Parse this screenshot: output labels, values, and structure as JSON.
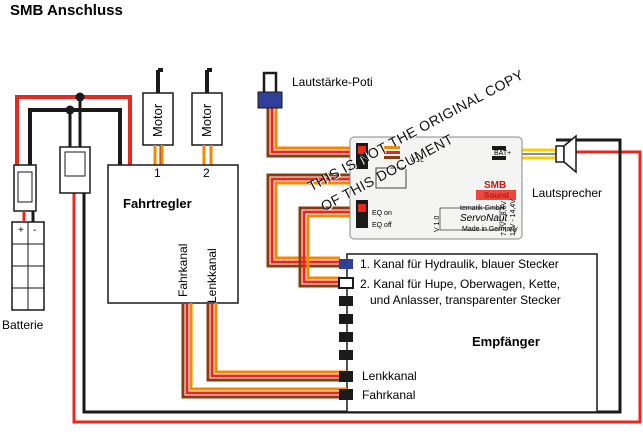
{
  "title": "SMB Anschluss",
  "labels": {
    "poti": "Lautstärke-Poti",
    "motor1": "Motor",
    "motor2": "Motor",
    "num1": "1",
    "num2": "2",
    "regler": "Fahrtregler",
    "fahrkanal_v": "Fahrkanal",
    "lenkkanal_v": "Lenkkanal",
    "batterie": "Batterie",
    "plus": "+",
    "minus": "-",
    "lautsprecher": "Lautsprecher",
    "kanal1": "1. Kanal für Hydraulik, blauer Stecker",
    "kanal2a": "2. Kanal für Hupe, Oberwagen, Kette,",
    "kanal2b": "und Anlasser, transparenter Stecker",
    "empfaenger": "Empfänger",
    "lenkkanal": "Lenkkanal",
    "fahrkanal": "Fahrkanal"
  },
  "module": {
    "brand_line1": "SMB",
    "brand_line2": "Sound",
    "maker": "tematik GmbH",
    "logo": "ServoNaut",
    "made": "Made in Germany",
    "vol": "VOL",
    "bat": "BAT+",
    "eq_on": "EQ on",
    "eq_off": "EQ off",
    "version": "V 1.0",
    "volt1": "7,2V - 8,6V",
    "volt2": "12V - 14,4V",
    "watermark1": "THIS IS NOT THE ORIGINAL COPY",
    "watermark2": "OF THIS DOCUMENT"
  },
  "colors": {
    "red": "#e8281e",
    "black": "#1a1a1a",
    "orange": "#f08a00",
    "brown": "#8a3b10",
    "yellow": "#f7d000",
    "blue_plug": "#2f3f9a"
  }
}
